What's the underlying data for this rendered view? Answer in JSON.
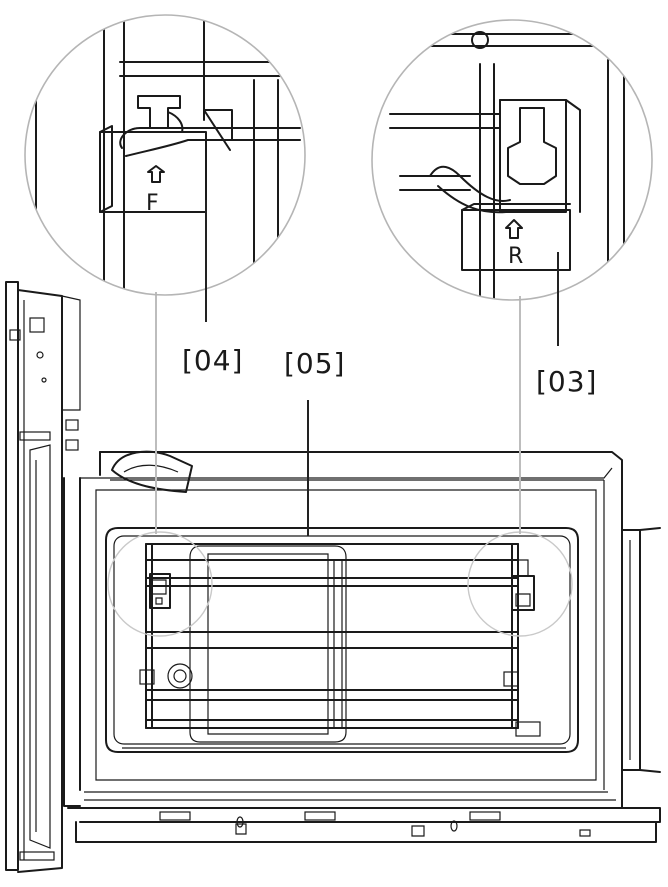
{
  "callouts": {
    "c03": "[03]",
    "c04": "[04]",
    "c05": "[05]"
  },
  "markings": {
    "front": "F",
    "rear": "R"
  }
}
